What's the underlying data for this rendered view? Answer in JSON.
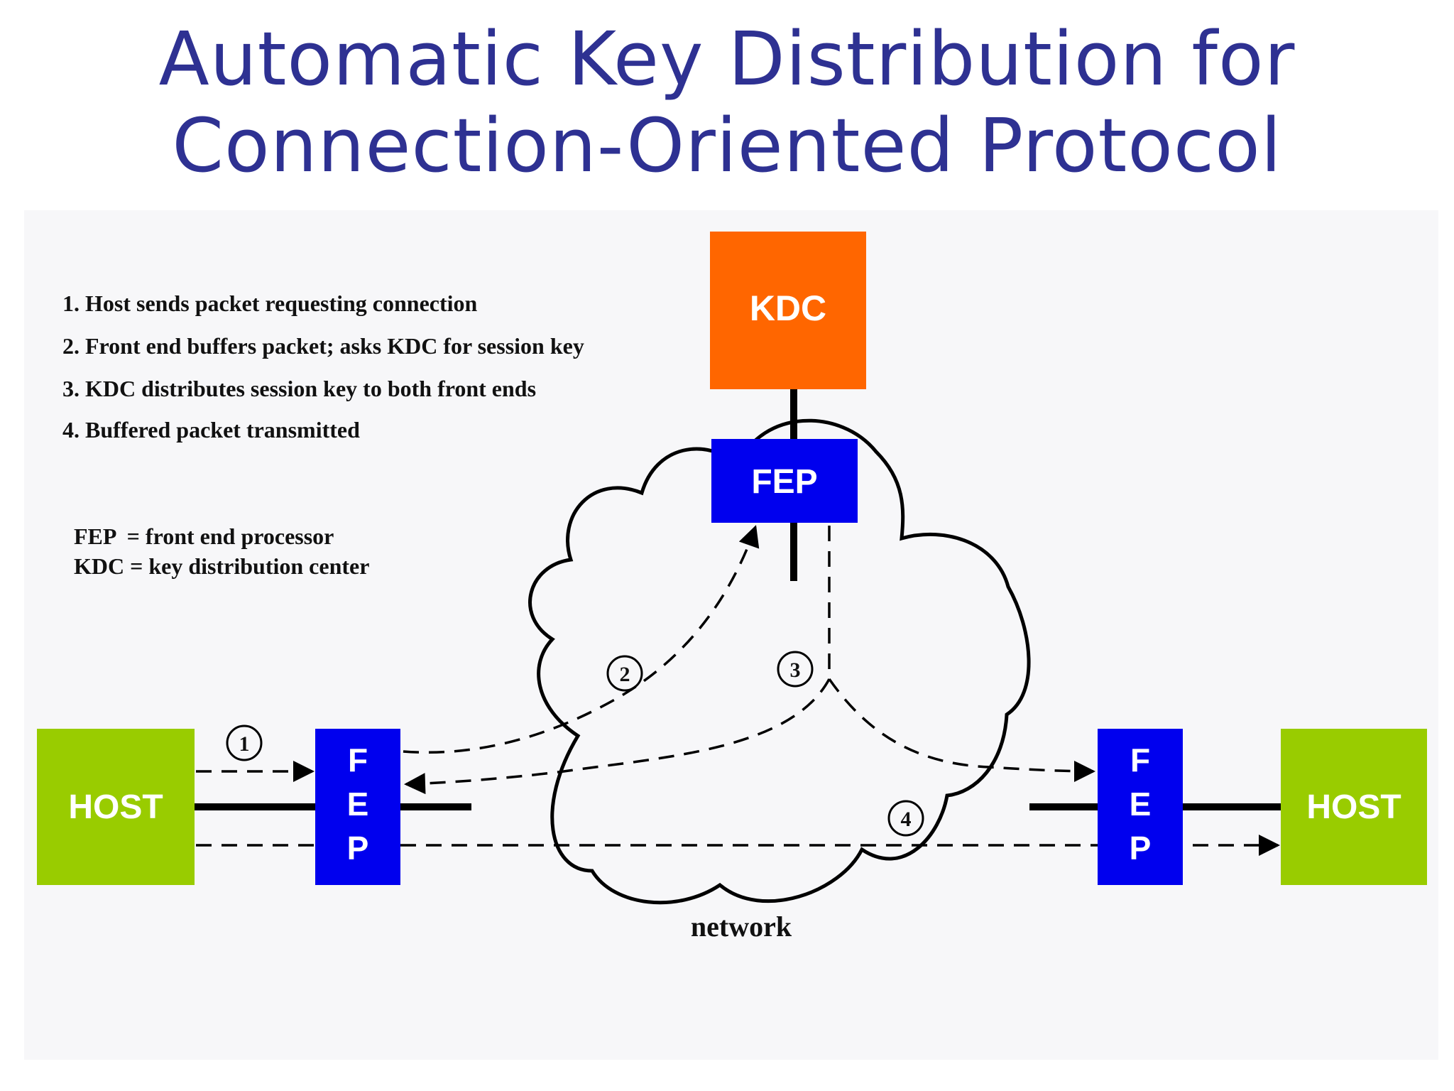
{
  "title": {
    "line1": "Automatic Key Distribution for",
    "line2": "Connection-Oriented Protocol"
  },
  "steps": [
    "1. Host sends packet requesting connection",
    "2. Front end buffers packet; asks KDC for session key",
    "3. KDC distributes session key to both front ends",
    "4. Buffered packet transmitted"
  ],
  "legend": {
    "fep": "FEP  = front end processor",
    "kdc": "KDC = key distribution center"
  },
  "nodes": {
    "kdc": "KDC",
    "fep_top": "FEP",
    "fep_left": [
      "F",
      "E",
      "P"
    ],
    "fep_right": [
      "F",
      "E",
      "P"
    ],
    "host_left": "HOST",
    "host_right": "HOST"
  },
  "network_label": "network",
  "step_markers": [
    "1",
    "2",
    "3",
    "4"
  ],
  "colors": {
    "title": "#2e3192",
    "panel_background": "#f7f7f9",
    "kdc": "#ff6600",
    "fep": "#0000ee",
    "host": "#99cc00",
    "line": "#000000"
  }
}
